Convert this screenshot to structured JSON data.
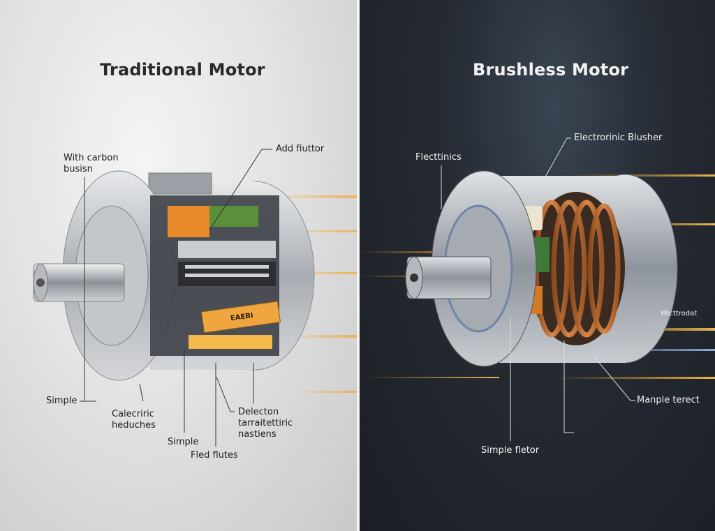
{
  "left_panel": {
    "title": "Traditional Motor",
    "part_label": "EAEBI",
    "labels": {
      "carbon": "With carbon busisn",
      "add": "Add fiuttor",
      "simple1": "Simple",
      "calecriric": "Calecriric heduches",
      "simple2": "Simple",
      "fled": "Fled flutes",
      "delecton": "Delecton tarraitettiric nastiens"
    }
  },
  "right_panel": {
    "title": "Brushless Motor",
    "labels": {
      "flecttinics": "Flecttinics",
      "electrorinic": "Electrorinic Blusher",
      "wicttrodat": "Wicttrodat",
      "manple": "Manple terect",
      "simple_fletor": "Simple fletor"
    }
  },
  "colors": {
    "copper": "#b8652e",
    "orange": "#e88a2a",
    "steel": "#b9bdc3",
    "dark_bg": "#1f232a"
  }
}
